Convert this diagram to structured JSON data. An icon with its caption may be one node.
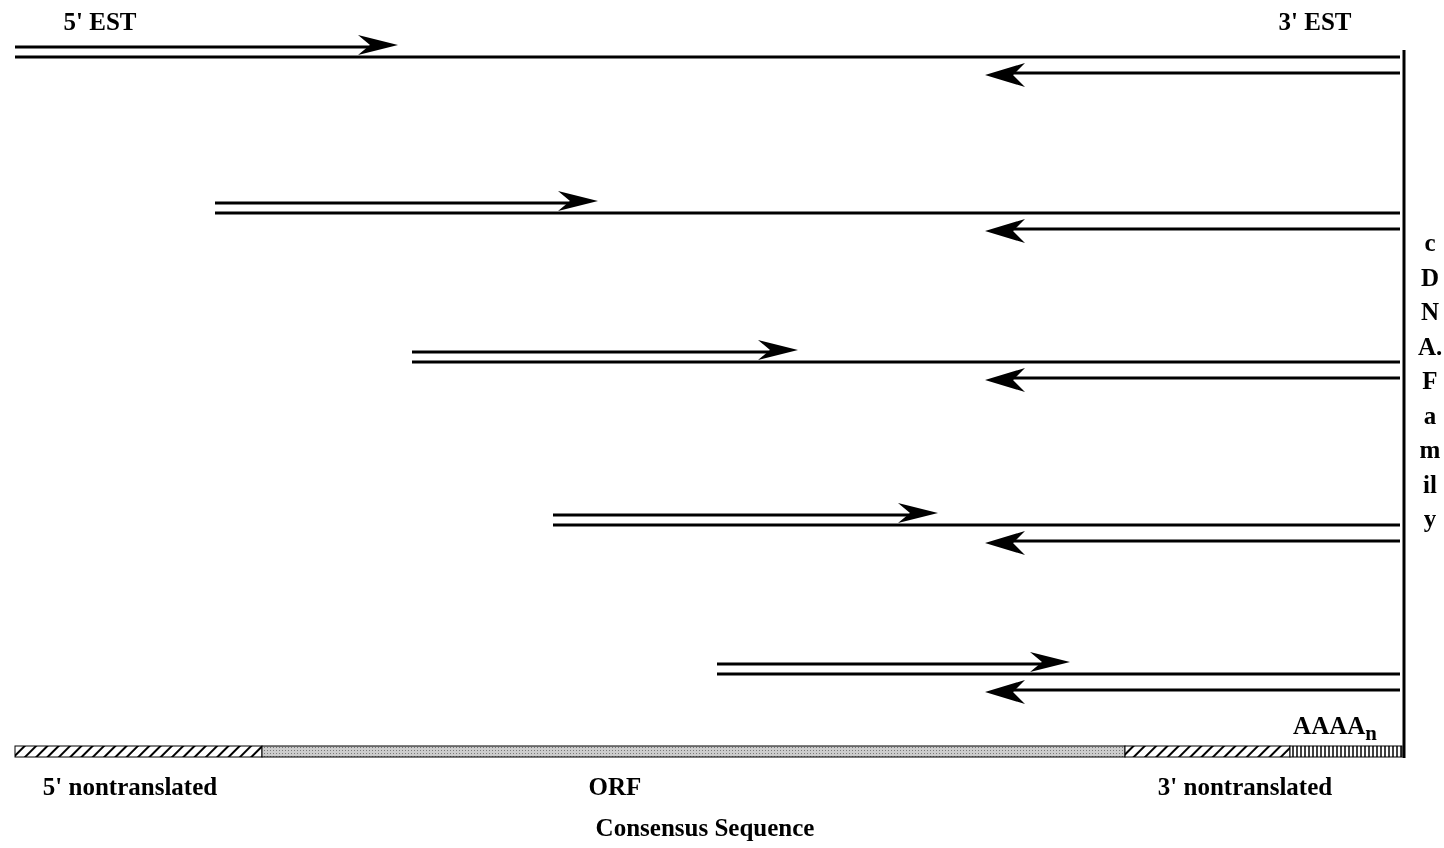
{
  "diagram": {
    "labels": [
      "5' EST",
      "3' EST",
      "cDNA.Family",
      "AAAA$_{n}$",
      "5' nontranslated",
      "ORF",
      "Consensus Sequence",
      "3' nontranslated"
    ]
  }
}
